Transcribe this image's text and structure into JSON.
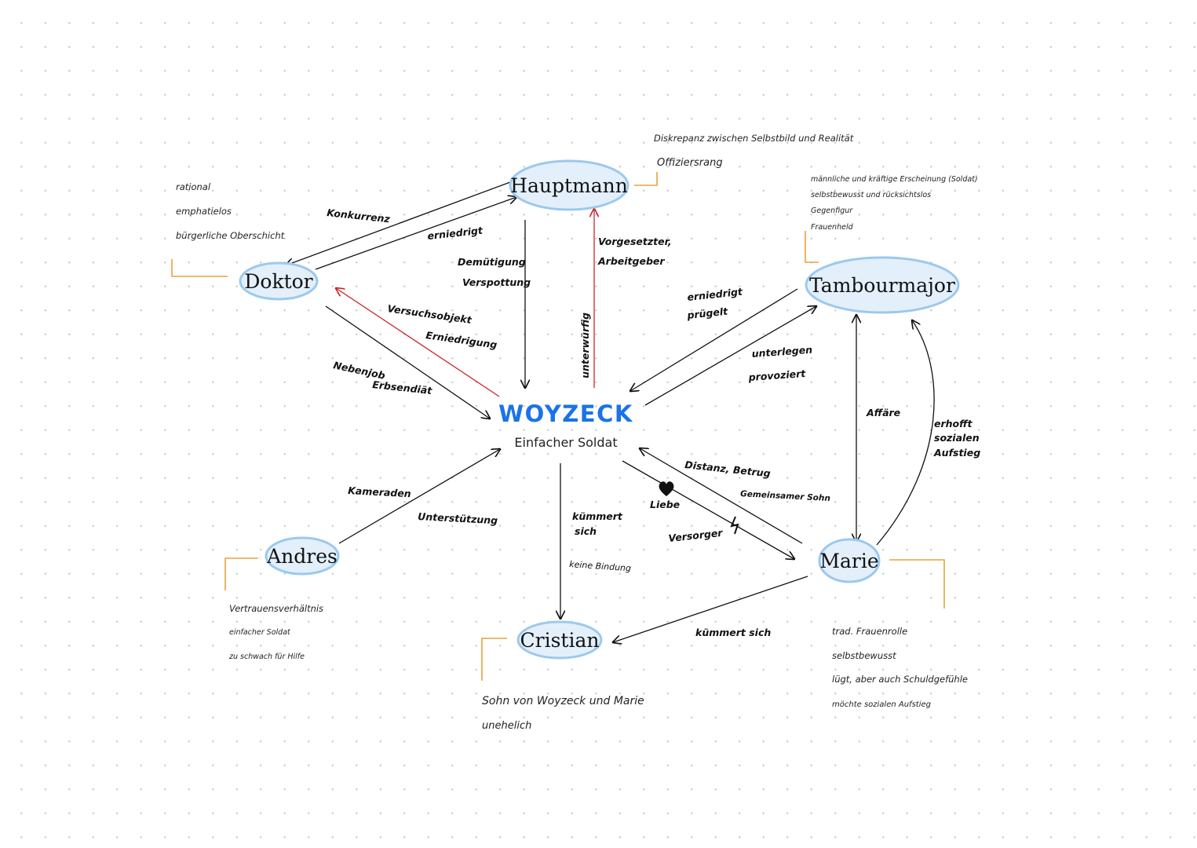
{
  "colors": {
    "accent": "#1a73e8",
    "node_fill": "#e3f0fb",
    "node_stroke": "#9cc9ee",
    "bracket": "#e8a33c",
    "red_arrow": "#c62828"
  },
  "center": {
    "title": "WOYZECK",
    "subtitle": "Einfacher Soldat"
  },
  "nodes": {
    "hauptmann": "Hauptmann",
    "doktor": "Doktor",
    "tambourmajor": "Tambourmajor",
    "andres": "Andres",
    "marie": "Marie",
    "cristian": "Cristian"
  },
  "notes": {
    "hauptmann": [
      "Diskrepanz zwischen Selbstbild und Realität",
      "Offiziersrang"
    ],
    "doktor": [
      "rational",
      "emphatielos",
      "bürgerliche Oberschicht"
    ],
    "tambourmajor": [
      "männliche und kräftige Erscheinung (Soldat)",
      "selbstbewusst und rücksichtslos",
      "Gegenfigur",
      "Frauenheld"
    ],
    "andres": [
      "Vertrauensverhältnis",
      "einfacher Soldat",
      "zu schwach für Hilfe"
    ],
    "cristian": [
      "Sohn von Woyzeck und Marie",
      "unehelich"
    ],
    "marie": [
      "trad. Frauenrolle",
      "selbstbewusst",
      "lügt, aber auch Schuldgefühle",
      "möchte sozialen Aufstieg"
    ]
  },
  "edge_labels": {
    "konkurrenz": "Konkurrenz",
    "erniedrigt_doktor": "erniedrigt",
    "demuetigung": "Demütigung",
    "verspottung": "Verspottung",
    "unterwuerfig": "unterwürfig",
    "vorgesetzter": "Vorgesetzter,",
    "arbeitgeber": "Arbeitgeber",
    "versuchsobjekt": "Versuchsobjekt",
    "erniedrigung": "Erniedrigung",
    "nebenjob": "Nebenjob",
    "erbsendiaet": "Erbsendiät",
    "erniedrigt_tm": "erniedrigt",
    "pruegelt": "prügelt",
    "unterlegen": "unterlegen",
    "provoziert": "provoziert",
    "affaere": "Affäre",
    "erhofft": "erhofft",
    "sozialen": "sozialen",
    "aufstieg": "Aufstieg",
    "kameraden": "Kameraden",
    "unterstuetzung": "Unterstützung",
    "kuemmert": "kümmert",
    "sich": "sich",
    "keine_bindung": "keine Bindung",
    "distanz_betrug": "Distanz, Betrug",
    "gemeinsamer_sohn": "Gemeinsamer Sohn",
    "liebe": "Liebe",
    "versorger": "Versorger",
    "kuemmert_sich": "kümmert sich"
  }
}
